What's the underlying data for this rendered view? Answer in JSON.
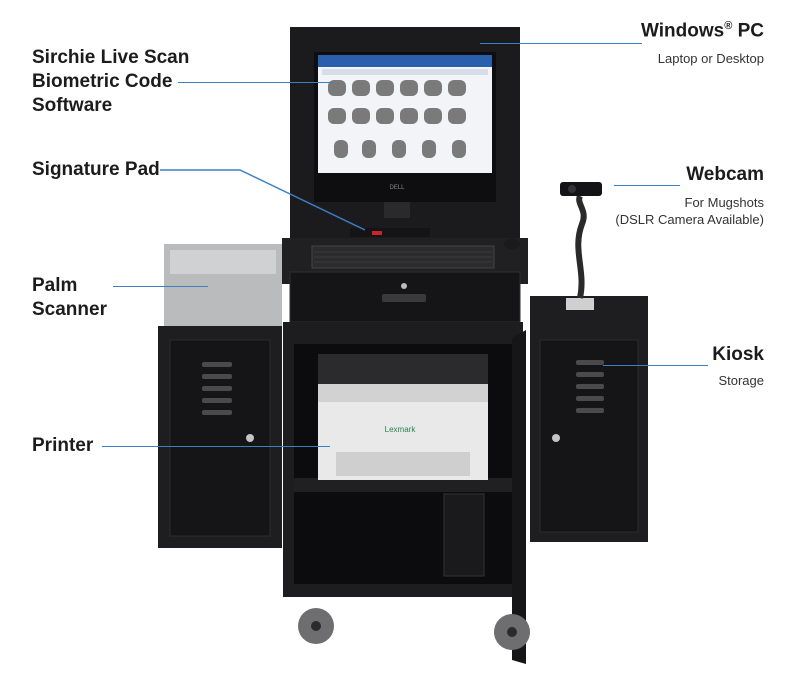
{
  "labels": {
    "software": [
      "Sirchie Live Scan",
      "Biometric Code",
      "Software"
    ],
    "signature_pad": "Signature Pad",
    "palm_scanner": [
      "Palm",
      "Scanner"
    ],
    "printer": "Printer",
    "windows_pc": {
      "title": "Windows",
      "reg": "®",
      "title2": " PC",
      "subtitle": "Laptop or Desktop"
    },
    "webcam": {
      "title": "Webcam",
      "subtitle": [
        "For Mugshots",
        "(DSLR Camera Available)"
      ]
    },
    "kiosk": {
      "title": "Kiosk",
      "subtitle": "Storage"
    }
  },
  "device_text": {
    "monitor_brand": "DELL",
    "printer_brand": "Lexmark"
  },
  "colors": {
    "leader_line": "#3d7fc7",
    "cabinet": "#1d1d1f",
    "screen_blue": "#2a5fae"
  }
}
